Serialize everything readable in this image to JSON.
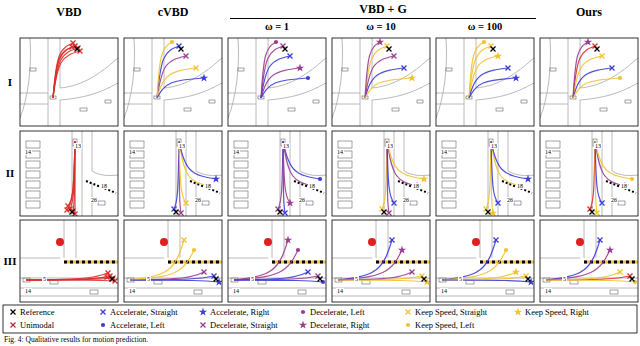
{
  "diagram": {
    "caption": "Fig. 4: Qualitative results for motion prediction.",
    "labels": [
      "VBD",
      "cVBD",
      "VBD + G",
      "ω = 1",
      "ω = 10",
      "ω = 100",
      "Ours",
      "I",
      "II",
      "III",
      "14",
      "13",
      "18",
      "26",
      "14",
      "13",
      "18",
      "26",
      "14",
      "13",
      "18",
      "26",
      "14",
      "13",
      "18",
      "26",
      "14",
      "13",
      "18",
      "26",
      "14",
      "13",
      "18",
      "26",
      "5",
      "14",
      "5",
      "14",
      "5",
      "14",
      "5",
      "14",
      "5",
      "14",
      "5",
      "14"
    ],
    "legend": [
      {
        "text": "Reference"
      },
      {
        "text": "Accelerate, Straight"
      },
      {
        "text": "Accelerate, Right"
      },
      {
        "text": "Decelerate, Left"
      },
      {
        "text": "Keep Speed, Straight"
      },
      {
        "text": "Keep Speed, Right"
      },
      {
        "text": "Unimodal"
      },
      {
        "text": "Accelerate, Left"
      },
      {
        "text": "Decelerate, Straight"
      },
      {
        "text": "Decelerate, Right"
      },
      {
        "text": "Keep Speed, Left"
      }
    ]
  }
}
